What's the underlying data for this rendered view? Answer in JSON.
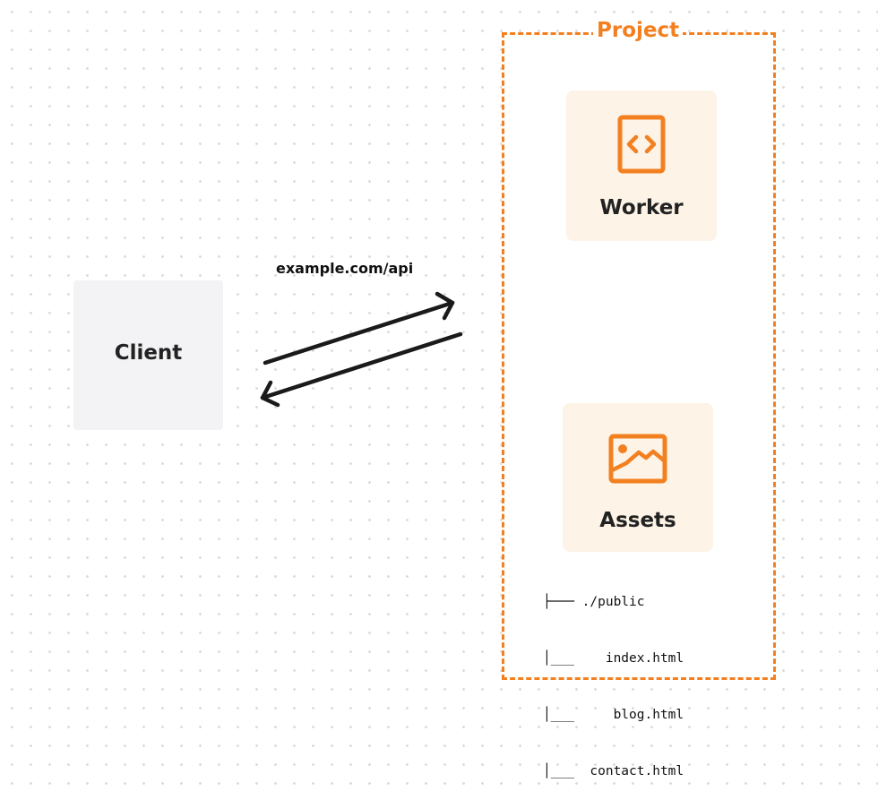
{
  "colors": {
    "accent": "#f38020",
    "card_bg": "#fdf3e7",
    "client_bg": "#f3f3f5"
  },
  "project": {
    "title": "Project"
  },
  "worker": {
    "label": "Worker",
    "icon": "code-file-icon"
  },
  "assets": {
    "label": "Assets",
    "icon": "image-icon",
    "tree": {
      "root": "├─── ./public",
      "files": [
        "│___    index.html",
        "│___     blog.html",
        "│___  contact.html"
      ]
    }
  },
  "client": {
    "label": "Client"
  },
  "connection": {
    "label": "example.com/api"
  }
}
